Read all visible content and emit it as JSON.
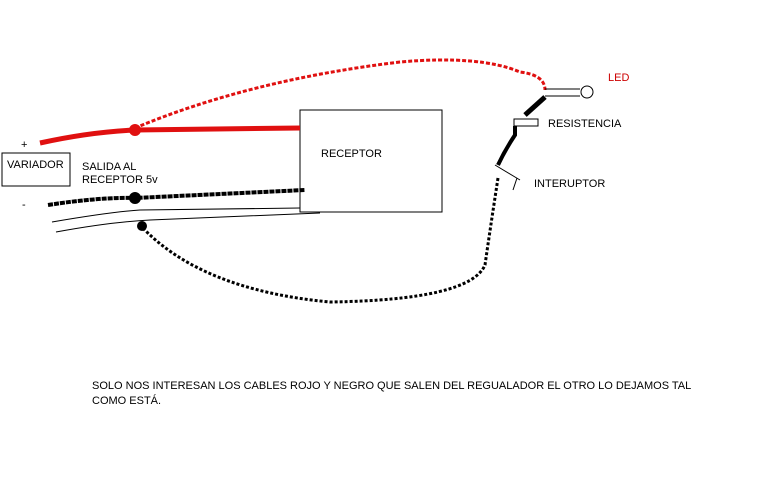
{
  "labels": {
    "plus": "+",
    "minus": "-",
    "variador": "VARIADOR",
    "salida_line1": "SALIDA  AL",
    "salida_line2": "RECEPTOR 5v",
    "receptor": "RECEPTOR",
    "led": "LED",
    "resistencia": "RESISTENCIA",
    "interuptor": "INTERUPTOR",
    "note_line1": "SOLO NOS INTERESAN LOS CABLES ROJO Y NEGRO QUE SALEN DEL REGUALADOR EL OTRO LO DEJAMOS TAL",
    "note_line2": "COMO ESTÁ."
  },
  "colors": {
    "red_wire": "#e01010",
    "black_wire": "#000000",
    "led_label": "#cc0000"
  }
}
